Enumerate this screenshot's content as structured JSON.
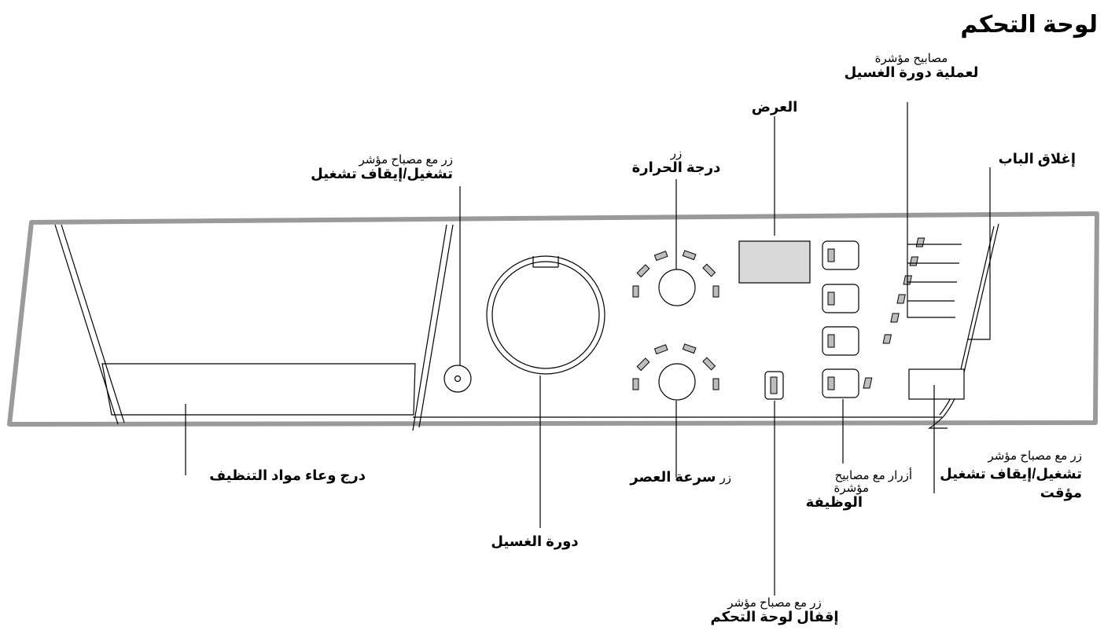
{
  "title": "لوحة التحكم",
  "labels": {
    "indicator_lights": {
      "line1": "مصابيح مؤشرة",
      "line2": "لعملية دورة الغسيل"
    },
    "display": "العرض",
    "temperature": {
      "line1": "زر",
      "line2": "درجة الحرارة"
    },
    "power": {
      "line1": "زر مع مصباح مؤشر",
      "line2": "تشغيل/إيقاف تشغيل"
    },
    "door_lock": "إغلاق الباب",
    "detergent_drawer": "درج وعاء مواد التنظيف",
    "spin_speed": {
      "prefix": "زر",
      "name": "سرعة العصر"
    },
    "function_buttons": {
      "line1": "أزرار مع مصابيح",
      "line2": "مؤشرة",
      "line3": "الوظيفة"
    },
    "timer": {
      "line1": "زر مع مصباح مؤشر",
      "line2": "تشغيل/إيقاف تشغيل",
      "line3": "مؤقت"
    },
    "wash_cycle": "دورة الغسيل",
    "control_lock": {
      "line1": "زر مع مصباح مؤشر",
      "line2": "إقفال لوحة التحكم"
    }
  },
  "colors": {
    "panel_border": "#9a9a9a",
    "light_fill": "#bdbdbd",
    "display_fill": "#d9d9d9"
  }
}
